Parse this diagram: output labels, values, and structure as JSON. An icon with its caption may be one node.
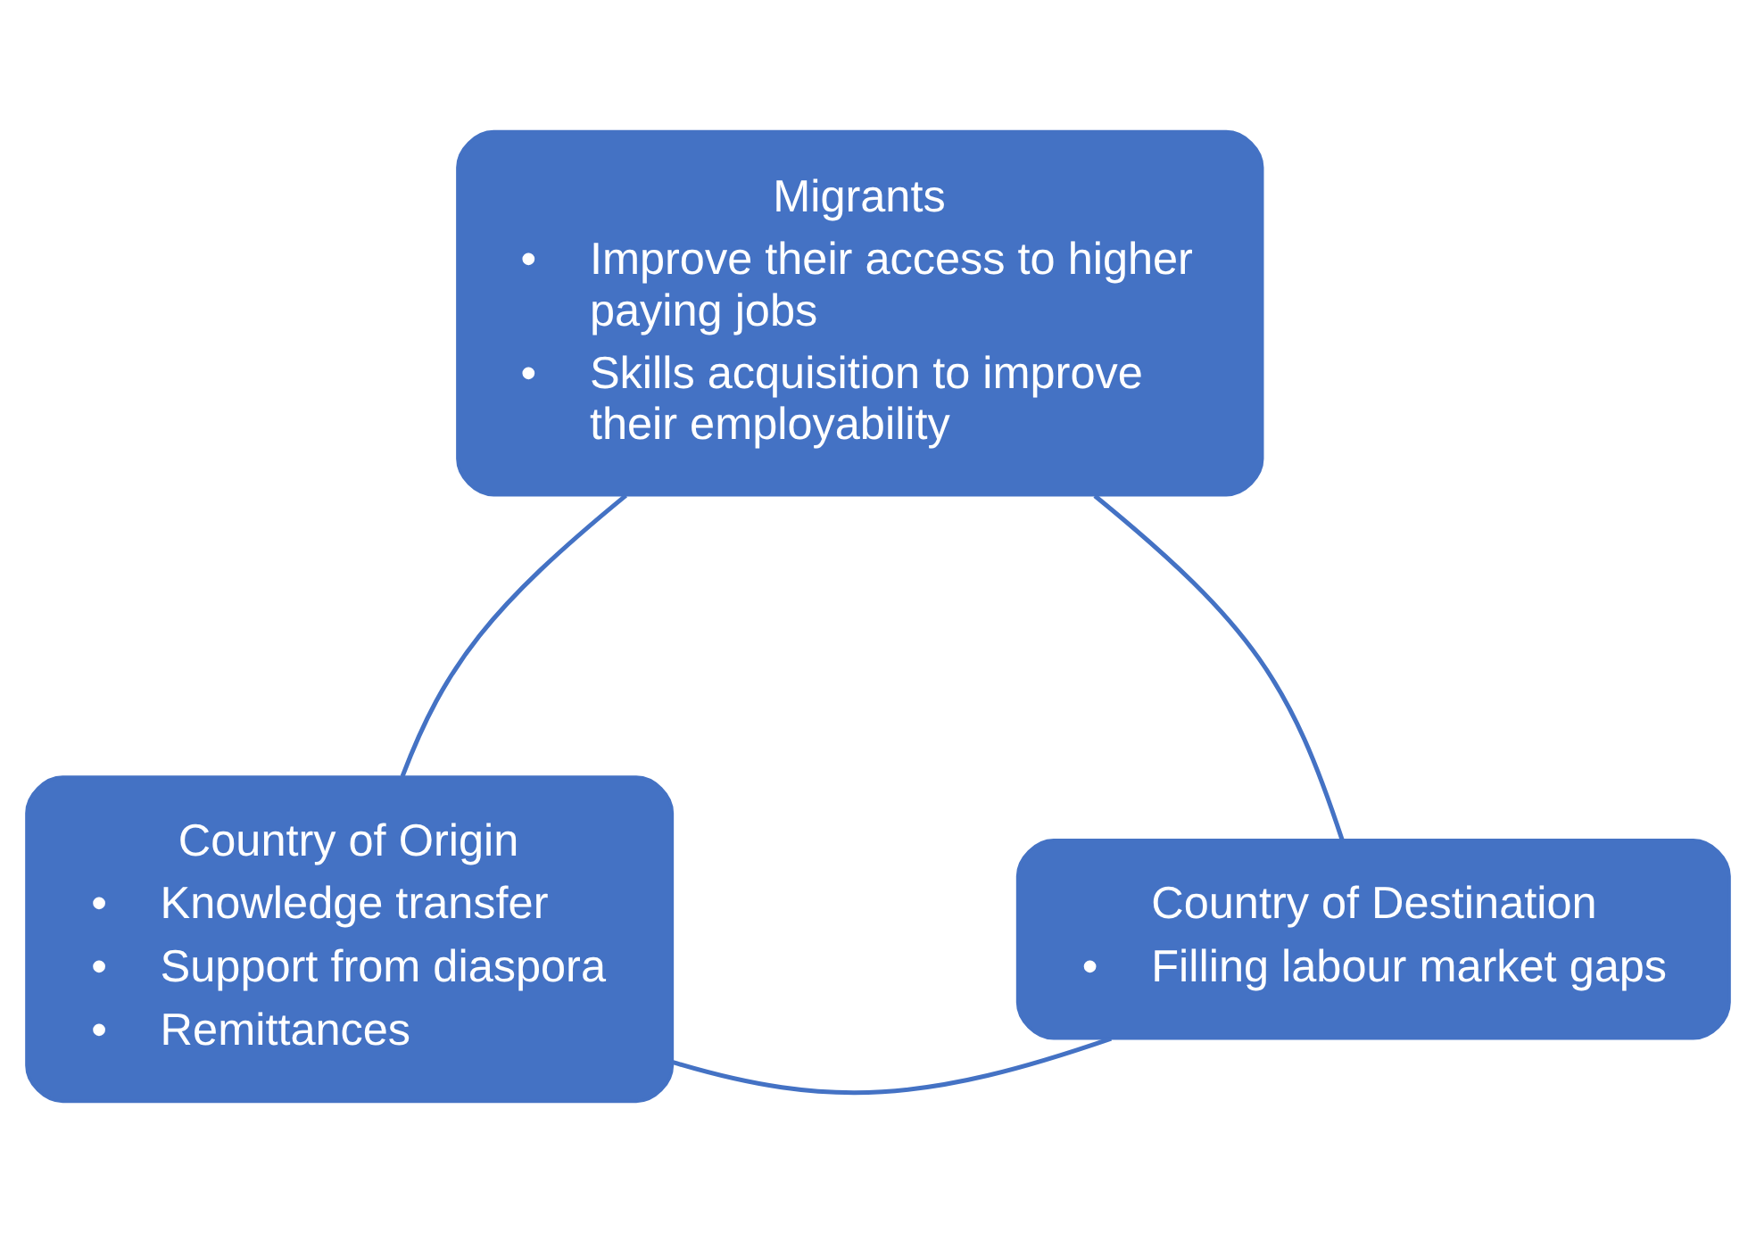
{
  "diagram": {
    "nodes": [
      {
        "text": [
          "Migrants",
          "• Improve their access to higher paying jobs",
          "• Skills acquisition to improve their employability"
        ]
      },
      {
        "text": [
          "Country of Origin",
          "• Knowledge transfer",
          "• Support from diaspora",
          "• Remittances"
        ]
      },
      {
        "text": [
          "Country of Destination",
          "• Filling labour market gaps"
        ]
      }
    ],
    "edges": [
      {
        "from": 1,
        "to": 0,
        "arrow": "none"
      },
      {
        "from": 0,
        "to": 2,
        "arrow": "none"
      },
      {
        "from": 1,
        "to": 2,
        "arrow": "none"
      }
    ]
  }
}
